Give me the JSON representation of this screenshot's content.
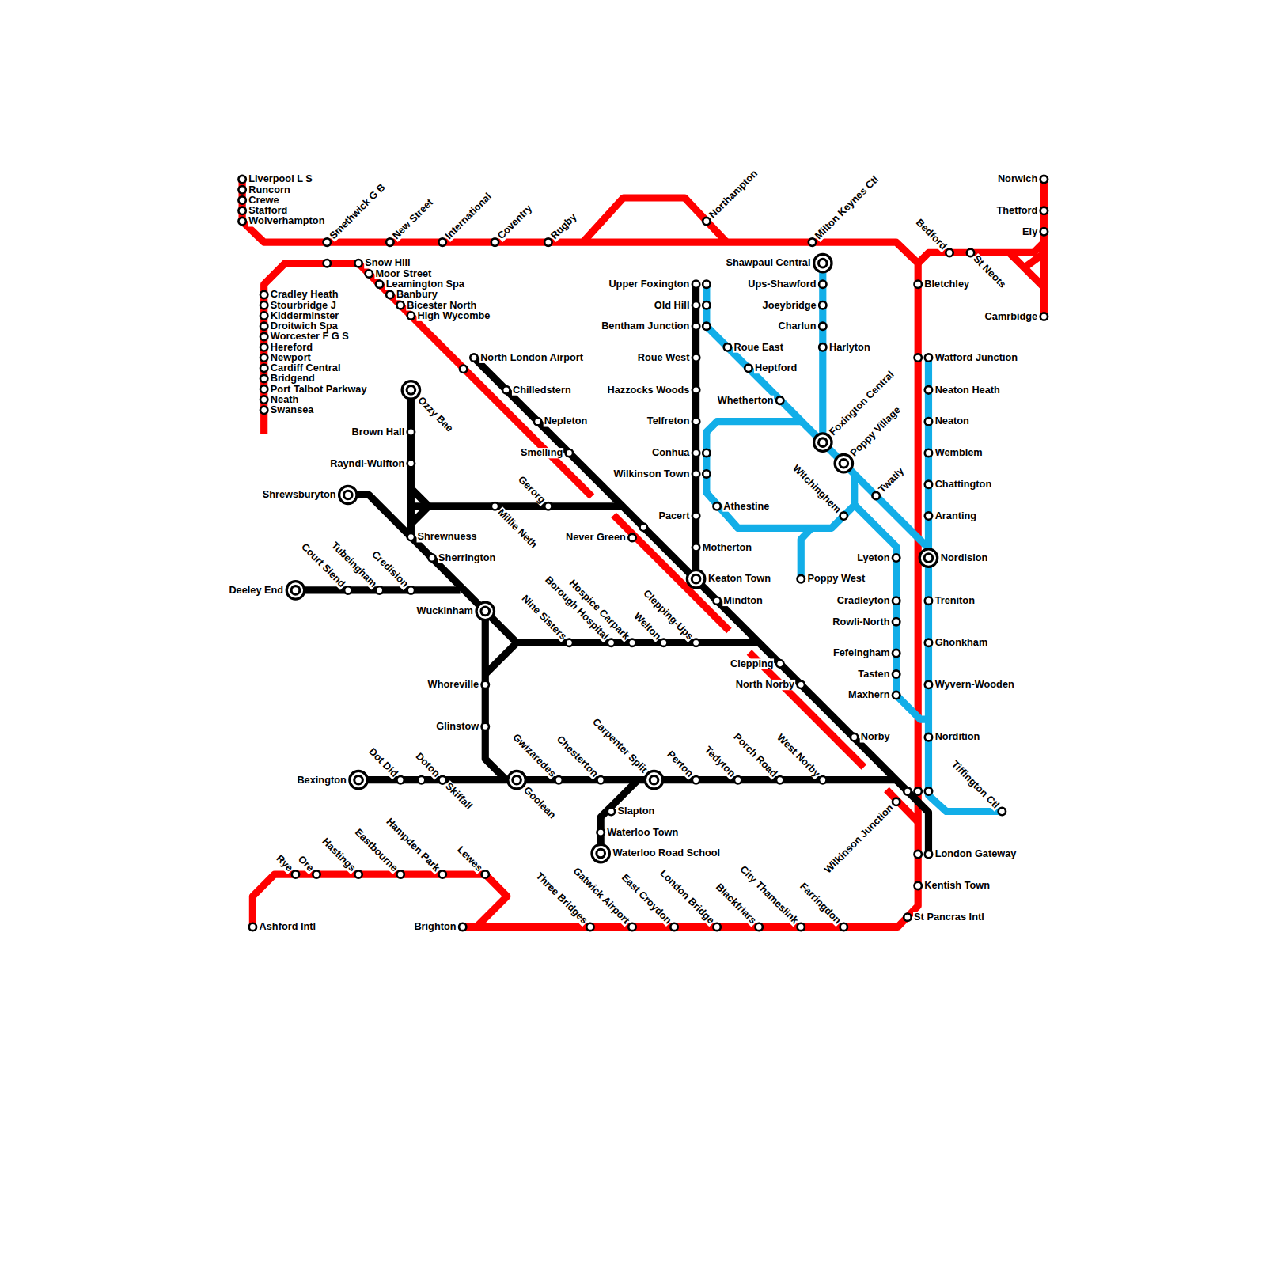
{
  "diagram": {
    "labels": [
      "Liverpool L S",
      "Runcorn",
      "Crewe",
      "Stafford",
      "Wolverhampton",
      "Smethwick G B",
      "New Street",
      "International",
      "Coventry",
      "Rugby",
      "Northampton",
      "Milton Keynes Ctl",
      "Bedford",
      "St Neots",
      "Norwich",
      "Thetford",
      "Ely",
      "Camrbidge",
      "Snow Hill",
      "Moor Street",
      "Leamington Spa",
      "Banbury",
      "Bicester North",
      "High Wycombe",
      "Cradley Heath",
      "Stourbridge J",
      "Kidderminster",
      "Droitwich Spa",
      "Worcester F G S",
      "Hereford",
      "Newport",
      "Cardiff Central",
      "Bridgend",
      "Port Talbot Parkway",
      "Neath",
      "Swansea",
      "Shawpaul Central",
      "Upper Foxington",
      "Ups-Shawford",
      "Bletchley",
      "Old Hill",
      "Joeybridge",
      "Bentham Junction",
      "Charlun",
      "Roue East",
      "Harlyton",
      "North London Airport",
      "Roue West",
      "Watford Junction",
      "Heptford",
      "Ozzy Bae",
      "Chilledstern",
      "Hazzocks Woods",
      "Neaton Heath",
      "Whetherton",
      "Brown Hall",
      "Nepleton",
      "Telfreton",
      "Neaton",
      "Foxington Central",
      "Smelling",
      "Conhua",
      "Wemblem",
      "Rayndi-Wulfton",
      "Poppy Village",
      "Wilkinson Town",
      "Chattington",
      "Shrewsburyton",
      "Twatly",
      "Gerorg",
      "Millie Neth",
      "Athestine",
      "Witchinghem",
      "Pacert",
      "Aranting",
      "Shrewnuess",
      "Never Green",
      "Motherton",
      "Sherrington",
      "Lyeton",
      "Nordision",
      "Court Slend",
      "Tubeingham",
      "Credision",
      "Deeley End",
      "Keaton Town",
      "Poppy West",
      "Mindton",
      "Cradleyton",
      "Treniton",
      "Wuckinham",
      "Rowli-North",
      "Nine Sisters",
      "Borough Hospital",
      "Hospice Carpark",
      "Welton",
      "Clepping-Ups",
      "Ghonkham",
      "Fefeingham",
      "Clepping",
      "Tasten",
      "Whoreville",
      "North Norby",
      "Wyvern-Wooden",
      "Maxhern",
      "Glinstow",
      "Norby",
      "Nordition",
      "Dot Did",
      "Doton",
      "Gwizaredes",
      "Chesterton",
      "Carpenter Split",
      "Perton",
      "Tedyton",
      "Porch Road",
      "West Norby",
      "Tiffington Ctl",
      "Bexington",
      "Skiffall",
      "Goolean",
      "Wilkinson Junction",
      "Slapton",
      "Waterloo Town",
      "Waterloo Road School",
      "London Gateway",
      "Kentish Town",
      "Rye",
      "Ore",
      "Hastings",
      "Eastbourne",
      "Hampden Park",
      "Lewes",
      "Three Bridges",
      "Gatwick Airport",
      "East Croydon",
      "London Bridge",
      "Blackfriars",
      "City Thameslink",
      "Farringdon",
      "St Pancras Intl",
      "Ashford Intl",
      "Brighton"
    ]
  }
}
